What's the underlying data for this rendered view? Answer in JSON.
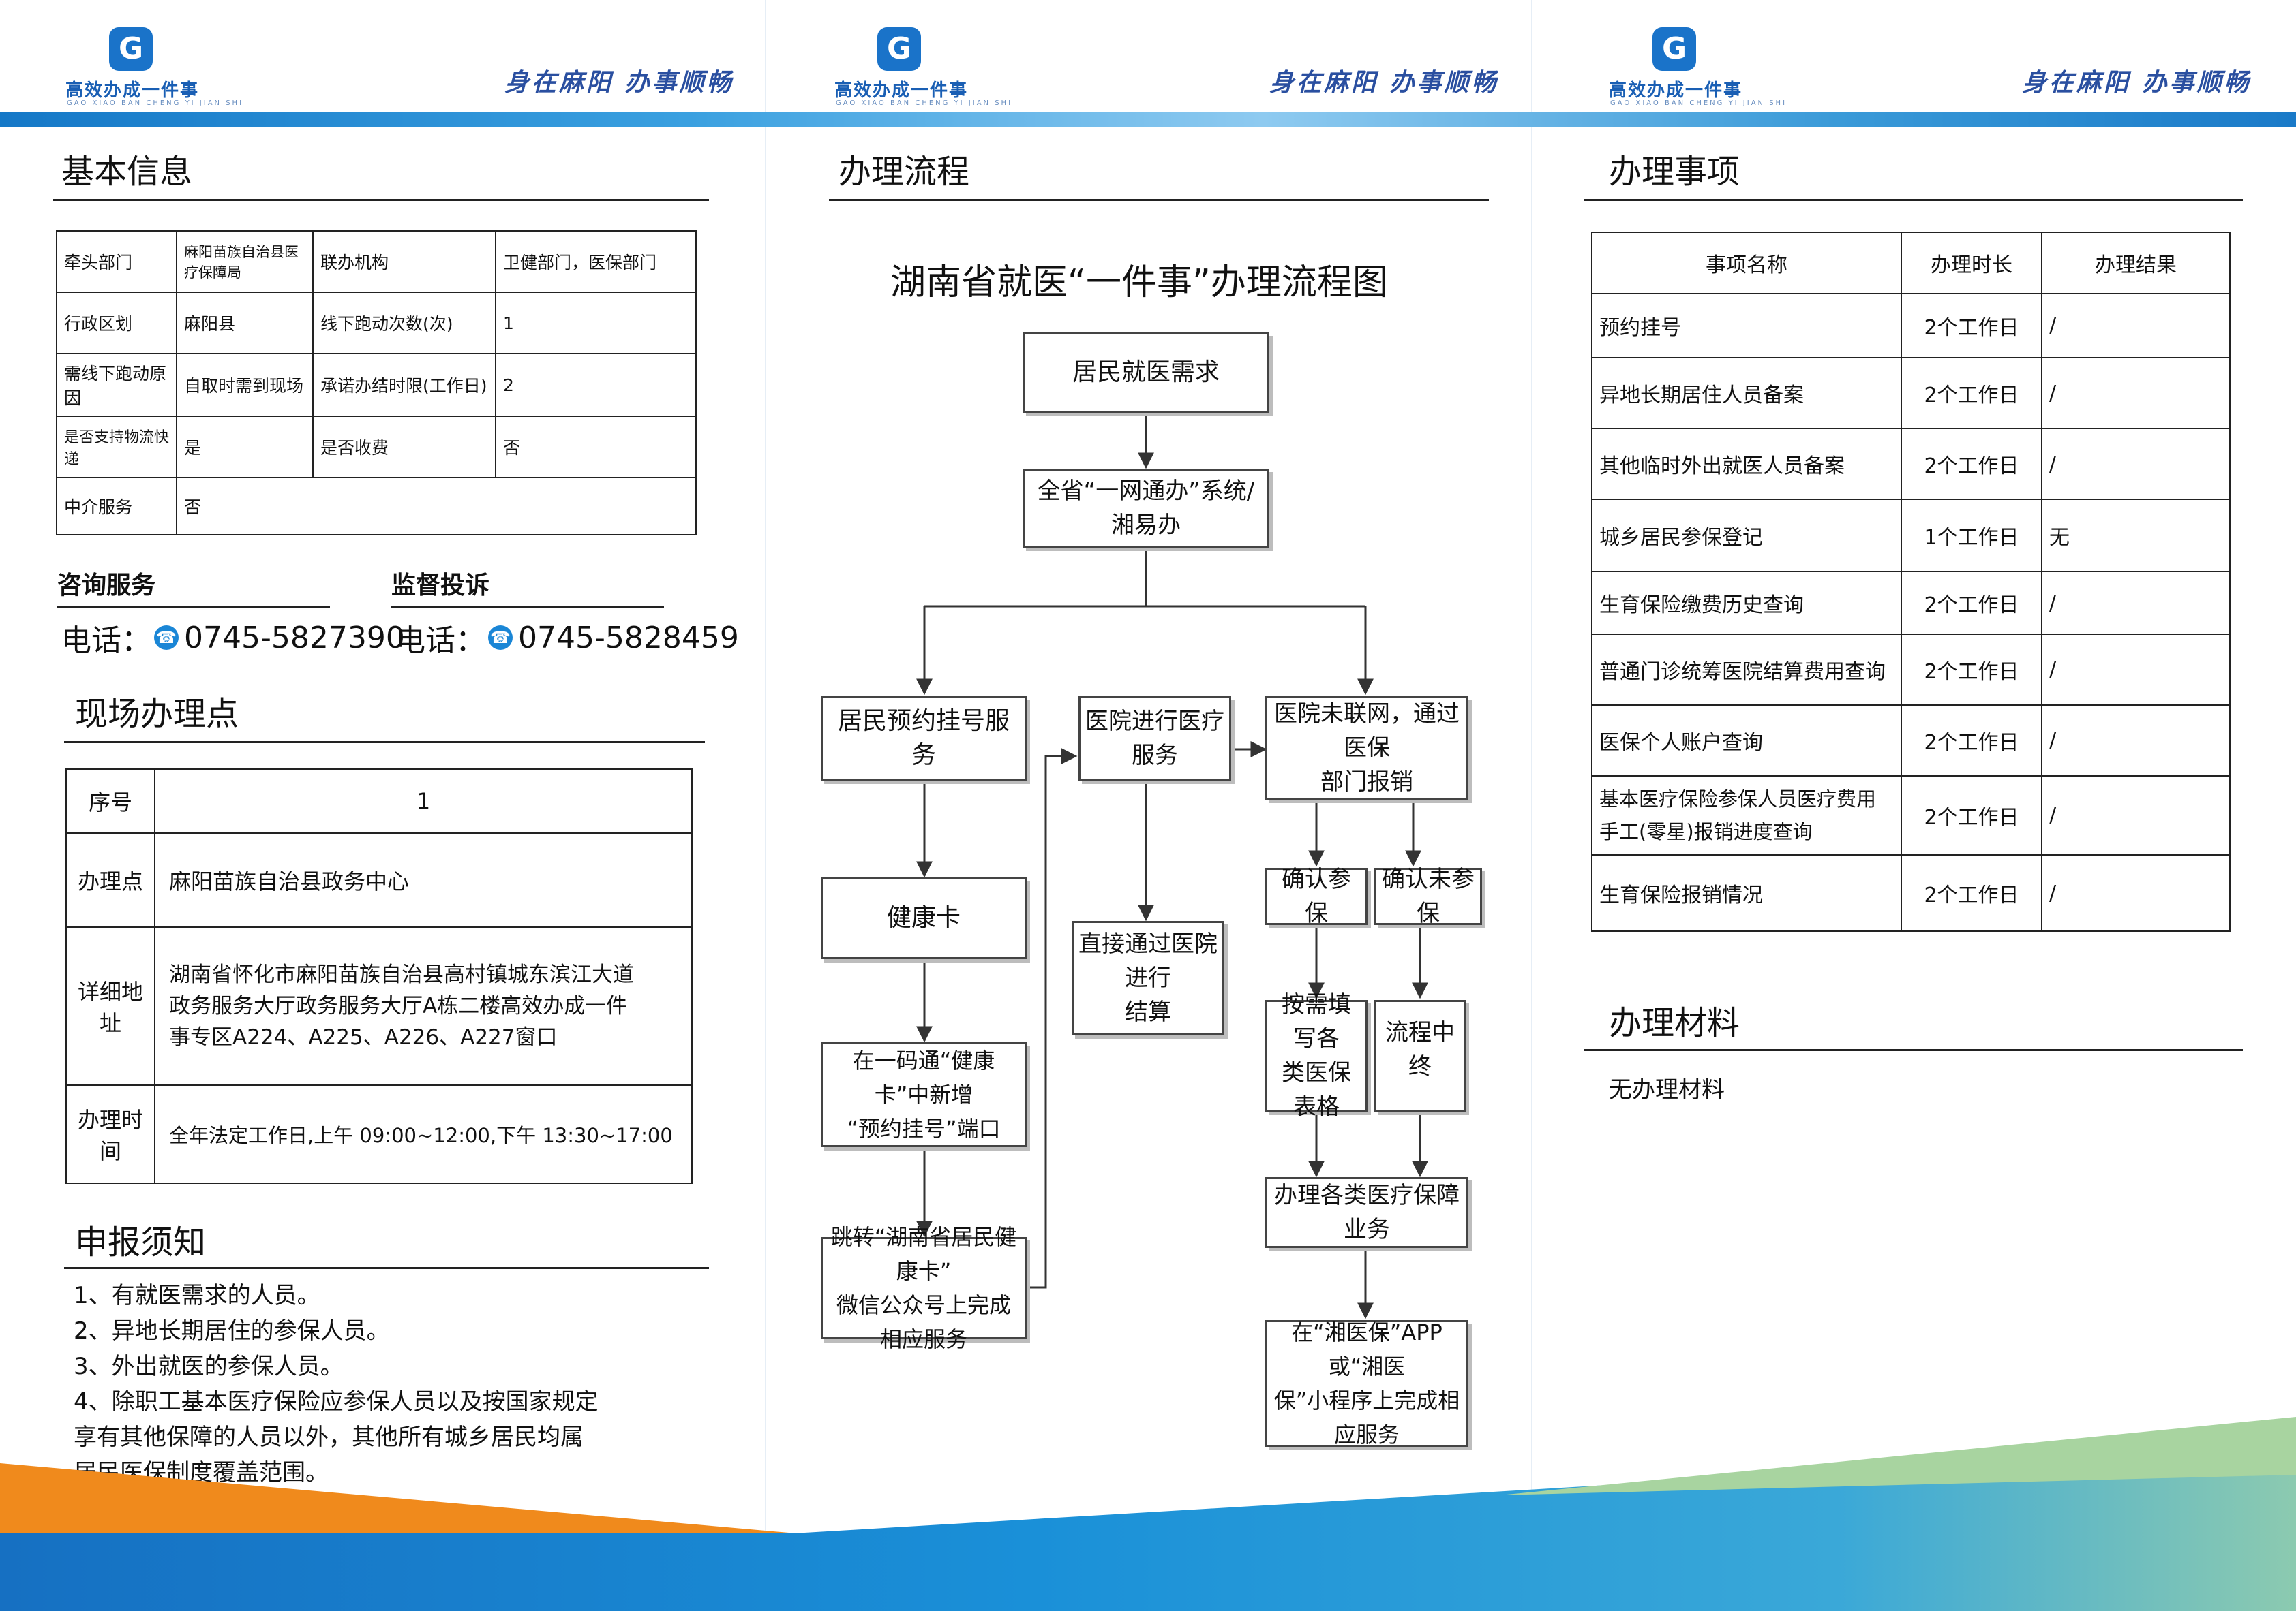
{
  "header": {
    "logo_letter": "G",
    "logo_text": "高效办成一件事",
    "logo_sub": "GAO XIAO BAN CHENG YI JIAN SHI",
    "slogan": "身在麻阳  办事顺畅",
    "colors": {
      "brand_blue": "#1a73c9",
      "band_blue": "#1578c7",
      "band_light": "#8ecaf0",
      "footer_orange": "#f08a1c",
      "footer_blue": "#1a7ac8",
      "footer_green": "#a8d4a0"
    }
  },
  "basic_info": {
    "title": "基本信息",
    "rows": [
      [
        "牵头部门",
        "麻阳苗族自治县医疗保障局",
        "联办机构",
        "卫健部门，医保部门"
      ],
      [
        "行政区划",
        "麻阳县",
        "线下跑动次数(次)",
        "1"
      ],
      [
        "需线下跑动原因",
        "自取时需到现场",
        "承诺办结时限(工作日)",
        "2"
      ],
      [
        "是否支持物流快递",
        "是",
        "是否收费",
        "否"
      ],
      [
        "中介服务",
        "否"
      ]
    ]
  },
  "consult": {
    "title": "咨询服务",
    "phone_label": "电话：",
    "phone": "0745-5827390"
  },
  "complaint": {
    "title": "监督投诉",
    "phone_label": "电话：",
    "phone": "0745-5828459"
  },
  "site": {
    "title": "现场办理点",
    "rows": [
      {
        "label": "序号",
        "value": "1"
      },
      {
        "label": "办理点",
        "value": "麻阳苗族自治县政务中心"
      },
      {
        "label": "详细地址",
        "lines": [
          "湖南省怀化市麻阳苗族自治县高村镇城东滨江大道",
          "政务服务大厅政务服务大厅A栋二楼高效办成一件",
          "事专区A224、A225、A226、A227窗口"
        ]
      },
      {
        "label": "办理时间",
        "value": "全年法定工作日,上午 09:00~12:00,下午 13:30~17:00"
      }
    ]
  },
  "notice": {
    "title": "申报须知",
    "lines": [
      "1、有就医需求的人员。",
      "2、异地长期居住的参保人员。",
      "3、外出就医的参保人员。",
      "4、除职工基本医疗保险应参保人员以及按国家规定",
      "享有其他保障的人员以外，其他所有城乡居民均属",
      "居民医保制度覆盖范围。"
    ]
  },
  "process": {
    "title": "办理流程",
    "chart_title": "湖南省就医“一件事”办理流程图",
    "nodes": {
      "demand": "居民就医需求",
      "platform": "全省“一网通办”系统/湘易办",
      "booking": "居民预约挂号服务",
      "treatment": "医院进行医疗服务",
      "offline": "医院未联网，通过医保\n部门报销",
      "health_card": "健康卡",
      "direct_settle": "直接通过医院进行\n结算",
      "confirm_insured": "确认参保",
      "confirm_uninsured": "确认未参保",
      "new_entry": "在一码通“健康卡”中新增\n“预约挂号”端口",
      "fill_forms": "按需填写各\n类医保表格",
      "process_end": "流程中终",
      "handle_business": "办理各类医疗保障业务",
      "jump": "跳转“湖南省居民健康卡”\n微信公众号上完成相应服务",
      "app_service": "在“湘医保”APP 或“湘医\n保”小程序上完成相应服务"
    }
  },
  "items": {
    "title": "办理事项",
    "headers": [
      "事项名称",
      "办理时长",
      "办理结果"
    ],
    "rows": [
      [
        "预约挂号",
        "2个工作日",
        "/"
      ],
      [
        "异地长期居住人员备案",
        "2个工作日",
        "/"
      ],
      [
        "其他临时外出就医人员备案",
        "2个工作日",
        "/"
      ],
      [
        "城乡居民参保登记",
        "1个工作日",
        "无"
      ],
      [
        "生育保险缴费历史查询",
        "2个工作日",
        "/"
      ],
      [
        "普通门诊统筹医院结算费用查询",
        "2个工作日",
        "/"
      ],
      [
        "医保个人账户查询",
        "2个工作日",
        "/"
      ],
      [
        "基本医疗保险参保人员医疗费用\n手工(零星)报销进度查询",
        "2个工作日",
        "/"
      ],
      [
        "生育保险报销情况",
        "2个工作日",
        "/"
      ]
    ]
  },
  "materials": {
    "title": "办理材料",
    "text": "无办理材料"
  }
}
